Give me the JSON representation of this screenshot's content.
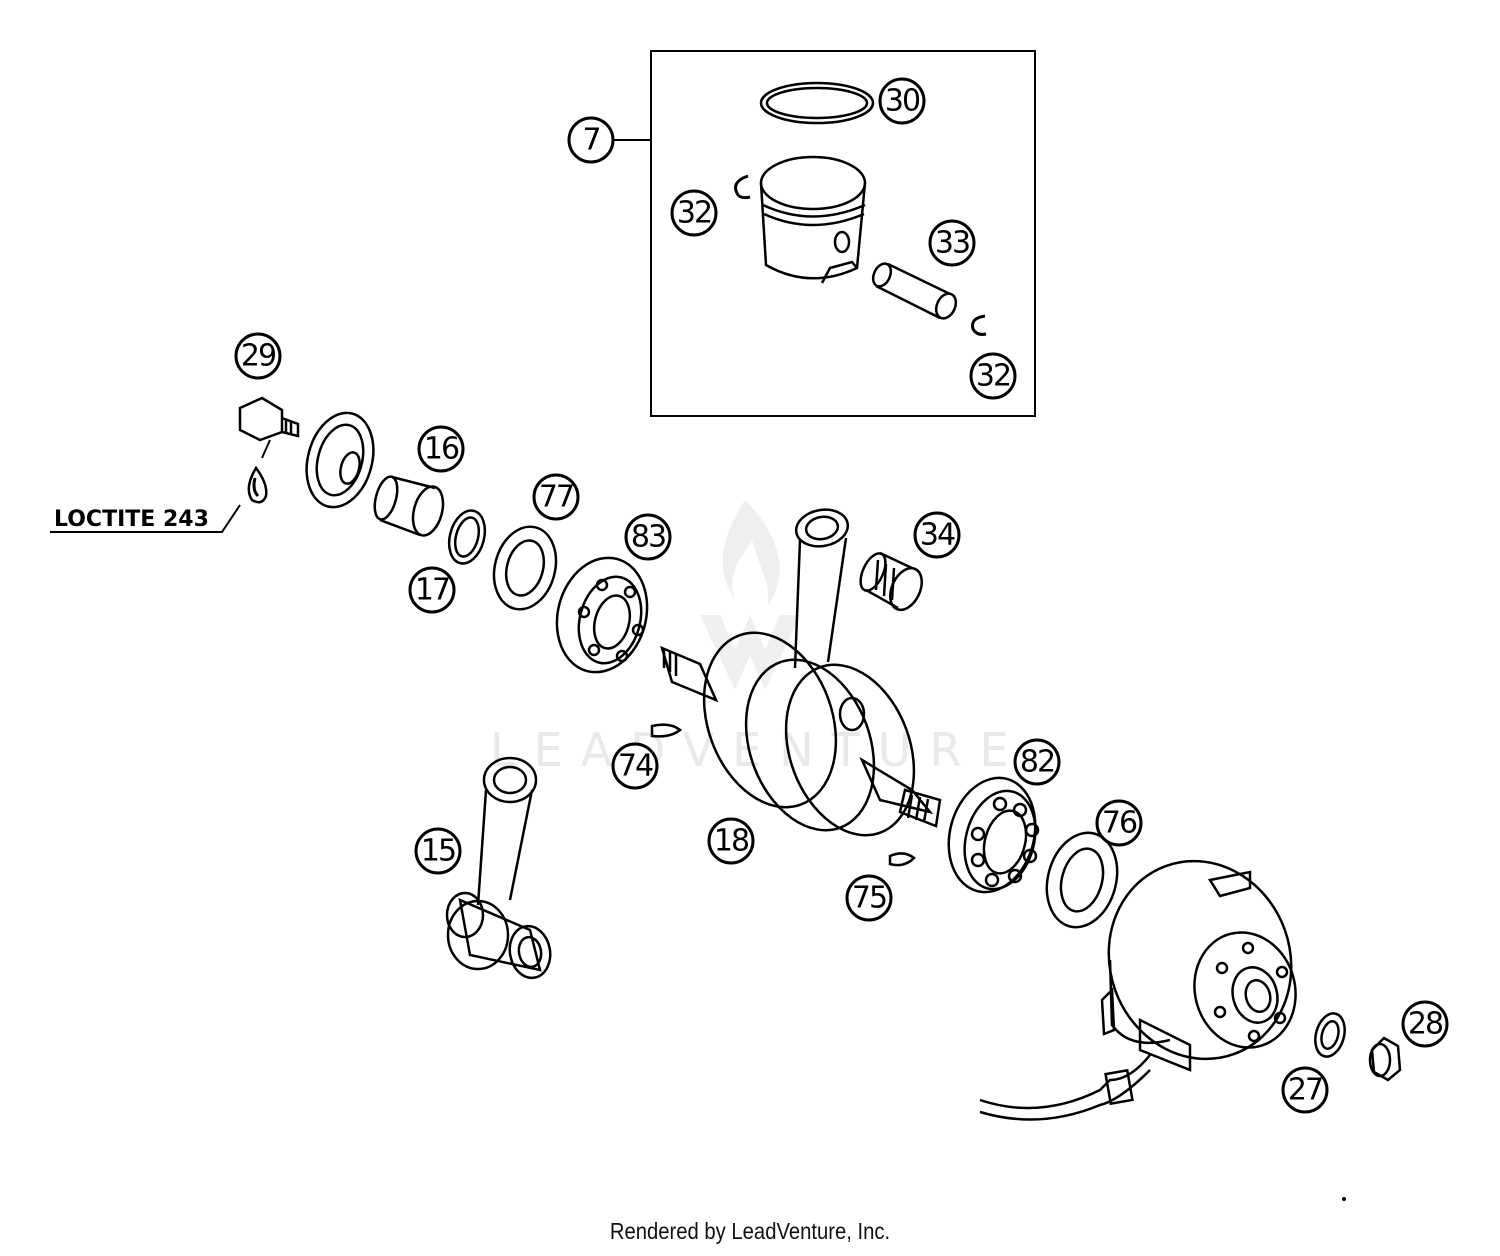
{
  "diagram": {
    "callouts": {
      "c7": "7",
      "c30": "30",
      "c32a": "32",
      "c33": "33",
      "c32b": "32",
      "c29": "29",
      "c16": "16",
      "c77": "77",
      "c83": "83",
      "c34": "34",
      "c17": "17",
      "c74": "74",
      "c18": "18",
      "c82": "82",
      "c76": "76",
      "c15": "15",
      "c75": "75",
      "c28": "28",
      "c27": "27"
    },
    "annotation": "LOCTITE 243",
    "watermark": "LEADVENTURE",
    "footer": "Rendered by LeadVenture, Inc."
  }
}
